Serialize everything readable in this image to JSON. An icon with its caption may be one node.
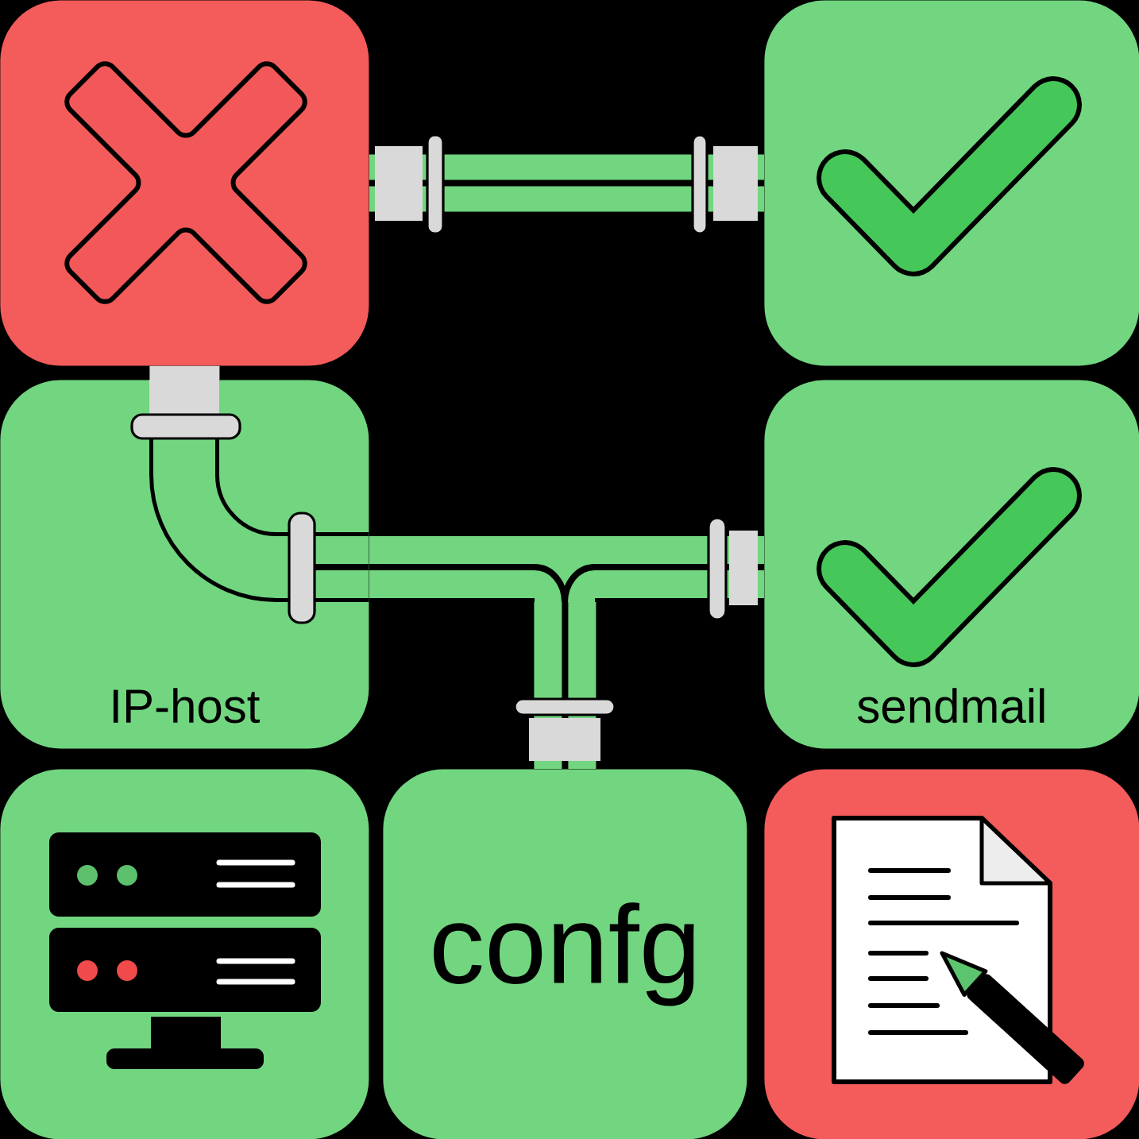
{
  "diagram": {
    "nodes": [
      {
        "text": [],
        "shape": "box"
      },
      {
        "text": [],
        "shape": "box"
      },
      {
        "text": [
          "IP-host"
        ]
      },
      {
        "text": [
          "sendmail"
        ]
      },
      {
        "text": [],
        "shape": "box"
      },
      {
        "text": [
          "confg"
        ]
      },
      {
        "text": [],
        "shape": "box"
      }
    ],
    "edges": [
      {
        "from": 0,
        "to": 1,
        "arrow": "none"
      },
      {
        "from": 0,
        "to": 2,
        "arrow": "none",
        "color": "#d9d9d9"
      },
      {
        "from": 2,
        "to": 3,
        "arrow": "none"
      },
      {
        "from": 2,
        "to": 5,
        "arrow": "none"
      }
    ]
  }
}
